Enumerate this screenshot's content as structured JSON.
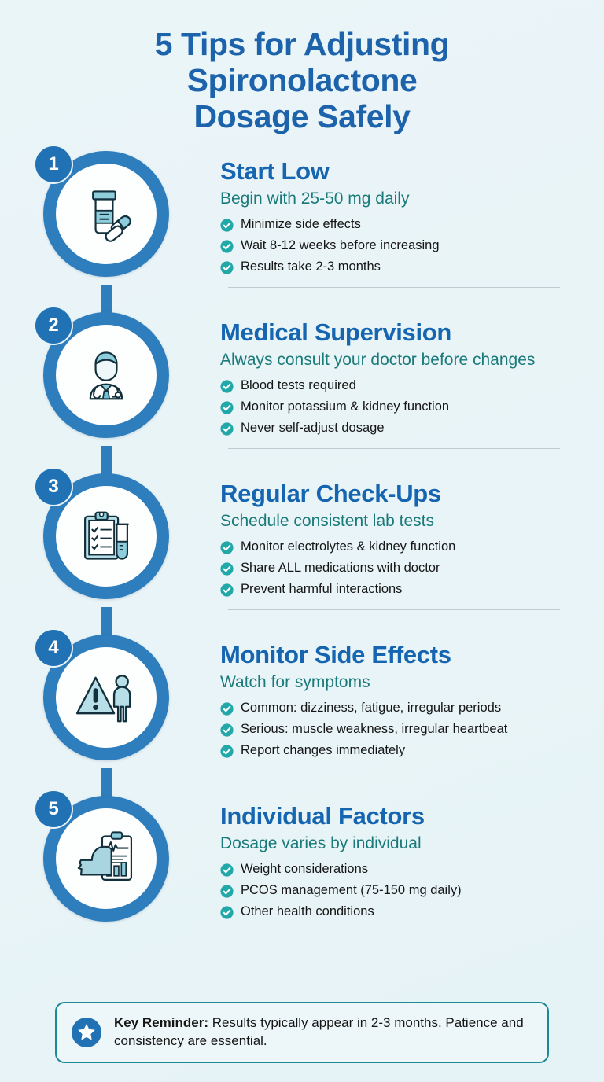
{
  "title": {
    "line1": "5 Tips for Adjusting",
    "line2": "Spironolactone",
    "line3": "Dosage Safely"
  },
  "colors": {
    "background": "#eaf4f7",
    "heading_blue": "#1565b0",
    "title_blue": "#1d63ab",
    "ring_blue": "#2e7ebd",
    "badge_blue": "#2171b5",
    "subtitle_teal": "#1a7a7a",
    "check_teal": "#22a8a8",
    "icon_fill": "#a8d5e0",
    "footer_border": "#1b8a96",
    "separator": "#c2ccd0"
  },
  "steps": [
    {
      "number": "1",
      "icon": "pill-bottle-icon",
      "heading": "Start Low",
      "subtitle": "Begin with 25-50 mg daily",
      "bullets": [
        "Minimize side effects",
        "Wait 8-12 weeks before increasing",
        "Results take 2-3 months"
      ]
    },
    {
      "number": "2",
      "icon": "doctor-icon",
      "heading": "Medical Supervision",
      "subtitle": "Always consult your doctor before changes",
      "bullets": [
        "Blood tests required",
        "Monitor potassium & kidney function",
        "Never self-adjust dosage"
      ]
    },
    {
      "number": "3",
      "icon": "clipboard-testtube-icon",
      "heading": "Regular Check-Ups",
      "subtitle": "Schedule consistent lab tests",
      "bullets": [
        "Monitor electrolytes & kidney function",
        "Share ALL medications with doctor",
        "Prevent harmful interactions"
      ]
    },
    {
      "number": "4",
      "icon": "warning-person-icon",
      "heading": "Monitor Side Effects",
      "subtitle": "Watch for symptoms",
      "bullets": [
        "Common: dizziness, fatigue, irregular periods",
        "Serious: muscle weakness, irregular heartbeat",
        "Report changes immediately"
      ]
    },
    {
      "number": "5",
      "icon": "head-chart-icon",
      "heading": "Individual Factors",
      "subtitle": "Dosage varies by individual",
      "bullets": [
        "Weight considerations",
        "PCOS management (75-150 mg daily)",
        "Other health conditions"
      ]
    }
  ],
  "footer": {
    "icon": "star-icon",
    "label": "Key Reminder:",
    "text": " Results typically appear in 2-3 months. Patience and consistency are essential."
  }
}
